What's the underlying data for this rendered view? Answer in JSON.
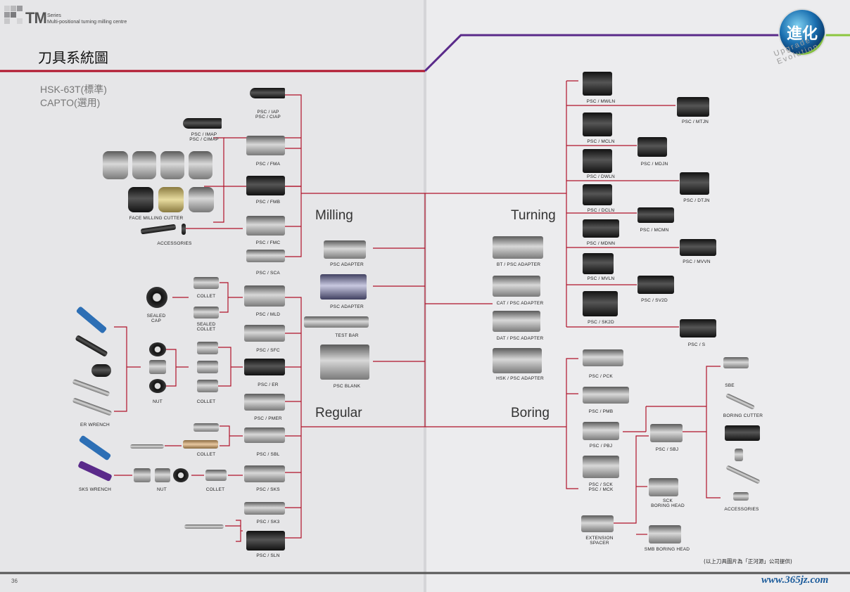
{
  "header": {
    "series_logo": "TM",
    "series_word": "Series",
    "series_sub": "Multi-positional turning milling centre",
    "page_title": "刀具系統圖",
    "spindle": "HSK-63T(標準)",
    "spindle_opt": "CAPTO(選用)",
    "badge_text": "進化",
    "badge_ring": "Upgrade Evolution"
  },
  "sections": {
    "milling": "Milling",
    "regular": "Regular",
    "turning": "Turning",
    "boring": "Boring"
  },
  "labels": {
    "psc_iap": "PSC / IAP\nPSC / CIAP",
    "psc_imap": "PSC / IMAP\nPSC / CIMAP",
    "psc_fma": "PSC / FMA",
    "psc_fmb": "PSC / FMB",
    "psc_fmc": "PSC / FMC",
    "psc_sca": "PSC / SCA",
    "face_mill": "FACE MILLING CUTTER",
    "accessories_l": "ACCESSORIES",
    "sealed_cap": "SEALED\nCAP",
    "collet1": "COLLET",
    "sealed_collet": "SEALED\nCOLLET",
    "psc_mld": "PSC / MLD",
    "psc_sfc": "PSC / SFC",
    "psc_er": "PSC / ER",
    "psc_pmer": "PSC / PMER",
    "nut1": "NUT",
    "collet2": "COLLET",
    "er_wrench": "ER WRENCH",
    "collet3": "COLLET",
    "psc_sbl": "PSC / SBL",
    "sks_wrench": "SKS WRENCH",
    "nut2": "NUT",
    "collet4": "COLLET",
    "psc_sks": "PSC / SKS",
    "psc_sk3": "PSC / SK3",
    "psc_sln": "PSC / SLN",
    "psc_adapter1": "PSC ADAPTER",
    "psc_adapter2": "PSC ADAPTER",
    "test_bar": "TEST BAR",
    "psc_blank": "PSC BLANK",
    "bt_psc": "BT / PSC ADAPTER",
    "cat_psc": "CAT / PSC ADAPTER",
    "dat_psc": "DAT / PSC ADAPTER",
    "hsk_psc": "HSK / PSC ADAPTER",
    "psc_mwln": "PSC / MWLN",
    "psc_mtjn": "PSC / MTJN",
    "psc_mcln": "PSC / MCLN",
    "psc_mdjn": "PSC / MDJN",
    "psc_dwln": "PSC / DWLN",
    "psc_dtjn": "PSC / DTJN",
    "psc_dcln": "PSC / DCLN",
    "psc_mcmn": "PSC / MCMN",
    "psc_mdnn": "PSC / MDNN",
    "psc_mvvn": "PSC / MVVN",
    "psc_mvln": "PSC / MVLN",
    "psc_sv2d": "PSC / SV2D",
    "psc_sk2d": "PSC / SK2D",
    "psc_s": "PSC / S",
    "psc_pck": "PSC / PCK",
    "psc_pmb": "PSC / PMB",
    "psc_pbj": "PSC / PBJ",
    "psc_sck": "PSC / SCK\nPSC / MCK",
    "ext_spacer": "EXTENSION\nSPACER",
    "psc_sbj": "PSC / SBJ",
    "sck_head": "SCK\nBORING HEAD",
    "smb_head": "SMB BORING HEAD",
    "sbe": "SBE",
    "boring_cutter": "BORING CUTTER",
    "accessories_r": "ACCESSORIES"
  },
  "footer": {
    "note": "(以上刀具圖片為「正河源」公司提供)",
    "page_number": "36",
    "website": "www.365jz.com"
  },
  "colors": {
    "line": "#b0132a",
    "header_line": "#b0132a",
    "accent_purple": "#5a2a8a",
    "accent_green": "#8cc63f"
  }
}
